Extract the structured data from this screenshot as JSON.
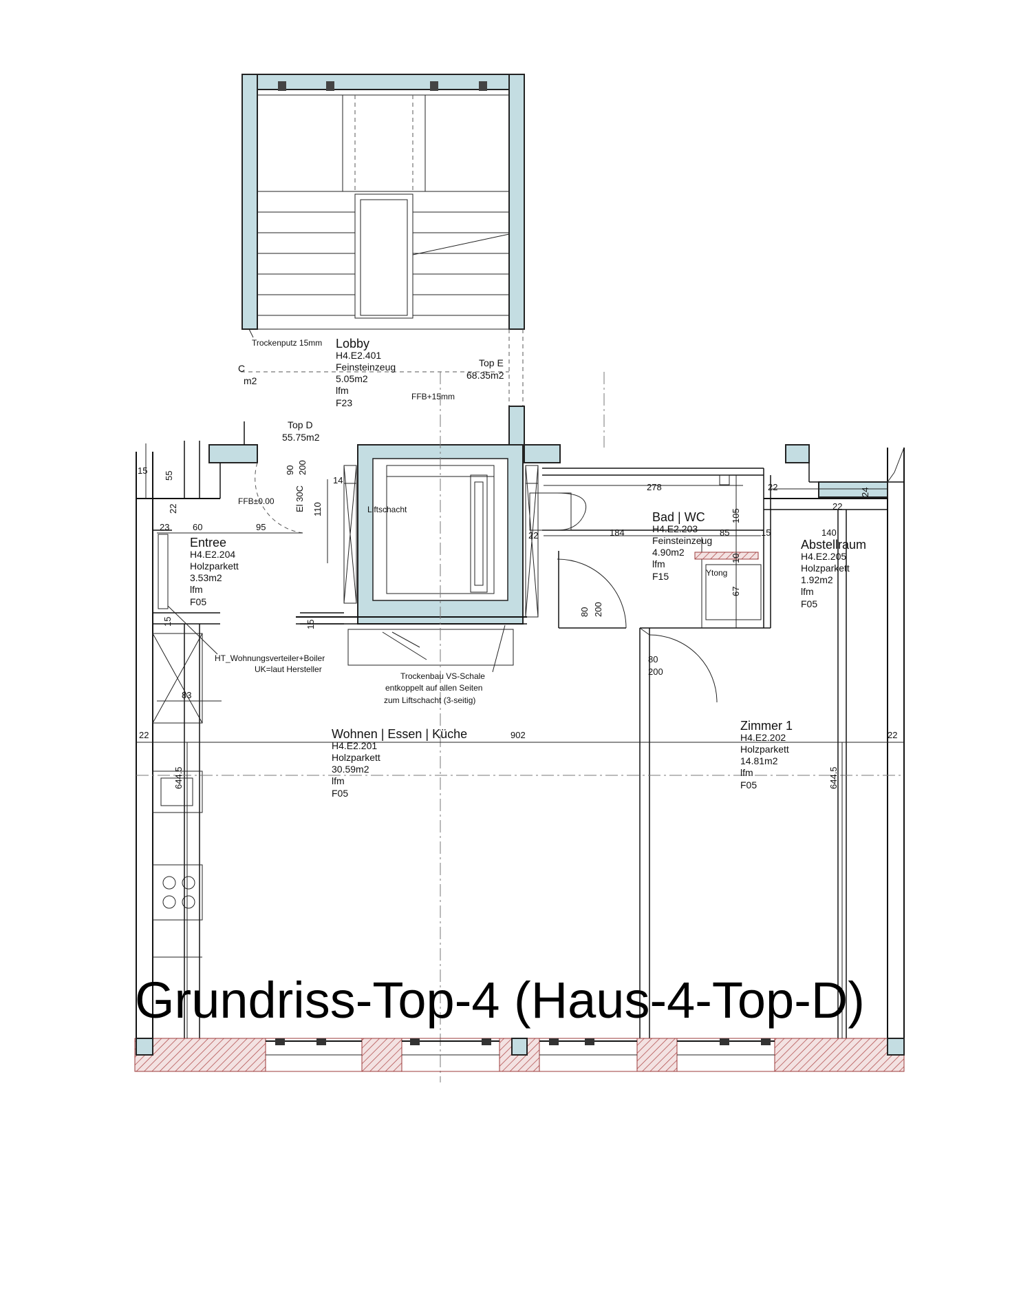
{
  "title": "Grundriss-Top-4 (Haus-4-Top-D)",
  "rooms": [
    {
      "name": "Lobby",
      "code": "H4.E2.401",
      "material": "Feinsteinzeug",
      "area": "5.05m2",
      "extra": "lfm",
      "floor": "F23"
    },
    {
      "name": "Entree",
      "code": "H4.E2.204",
      "material": "Holzparkett",
      "area": "3.53m2",
      "extra": "lfm",
      "floor": "F05"
    },
    {
      "name": "Bad | WC",
      "code": "H4.E2.203",
      "material": "Feinsteinzeug",
      "area": "4.90m2",
      "extra": "lfm",
      "floor": "F15"
    },
    {
      "name": "Abstellraum",
      "code": "H4.E2.205",
      "material": "Holzparkett",
      "area": "1.92m2",
      "extra": "lfm",
      "floor": "F05"
    },
    {
      "name": "Wohnen | Essen | Küche",
      "code": "H4.E2.201",
      "material": "Holzparkett",
      "area": "30.59m2",
      "extra": "lfm",
      "floor": "F05"
    },
    {
      "name": "Zimmer 1",
      "code": "H4.E2.202",
      "material": "Holzparkett",
      "area": "14.81m2",
      "extra": "lfm",
      "floor": "F05"
    }
  ],
  "labels": {
    "trockenputz": "Trockenputz 15mm",
    "top_e": "Top E",
    "top_e_area": "68.35m2",
    "top_d": "Top D",
    "top_d_area": "55.75m2",
    "ffb_lobby": "FFB+15mm",
    "ffb_entree": "FFB±0.00",
    "liftschacht": "Liftschacht",
    "ytong": "Ytong",
    "el_label": "El 30C",
    "c_label": "C",
    "c_area": "m2",
    "ht_line1": "HT_Wohnungsverteiler+Boiler",
    "ht_line2": "UK=laut Hersteller",
    "trockenbau_line1": "Trockenbau VS-Schale",
    "trockenbau_line2": "entkoppelt auf allen Seiten",
    "trockenbau_line3": "zum Liftschacht (3-seitig)"
  },
  "dimensions": {
    "d15a": "15",
    "d55": "55",
    "d22a": "22",
    "d23": "23",
    "d60": "60",
    "d95": "95",
    "d90": "90",
    "d200a": "200",
    "d110": "110",
    "d14": "14",
    "d15b": "15",
    "d278": "278",
    "d22b": "22",
    "d24": "24",
    "d105": "105",
    "d184": "184",
    "d85": "85",
    "d15c": "15",
    "d140": "140",
    "d22c": "22",
    "d10": "10",
    "d67": "67",
    "d80a": "80",
    "d200b": "200",
    "d80b": "80",
    "d200c": "200",
    "d22d": "22",
    "d83": "83",
    "d15d": "15",
    "d22e": "22",
    "d902": "902",
    "d22f": "22",
    "d644a": "644.5",
    "d644b": "644.5"
  }
}
